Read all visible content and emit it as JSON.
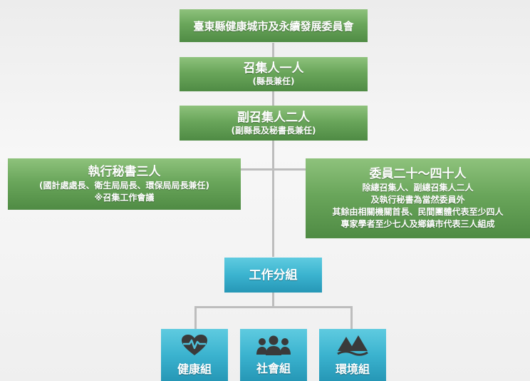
{
  "committee": {
    "title": "臺東縣健康城市及永續發展委員會"
  },
  "convener": {
    "title": "召集人一人",
    "note": "(縣長兼任)"
  },
  "deputy": {
    "title": "副召集人二人",
    "note": "(副縣長及秘書長兼任)"
  },
  "secretary": {
    "title": "執行秘書三人",
    "note": "(國計處處長、衛生局局長、環保局局長兼任)",
    "extra": "※召集工作會議"
  },
  "members": {
    "title": "委員二十～四十人",
    "lines": [
      "除總召集人、副總召集人二人",
      "及執行秘書為當然委員外",
      "其餘由相關機關首長、民間團體代表至少四人",
      "專家學者至少七人及鄉鎮市代表三人組成"
    ]
  },
  "work": {
    "title": "工作分組"
  },
  "groups": [
    {
      "label": "健康組",
      "icon": "heart-pulse-icon"
    },
    {
      "label": "社會組",
      "icon": "people-icon"
    },
    {
      "label": "環境組",
      "icon": "mountains-icon"
    }
  ],
  "colors": {
    "green": "#6aa65b",
    "blue": "#3bb3cf",
    "line": "#bdbdbd"
  }
}
